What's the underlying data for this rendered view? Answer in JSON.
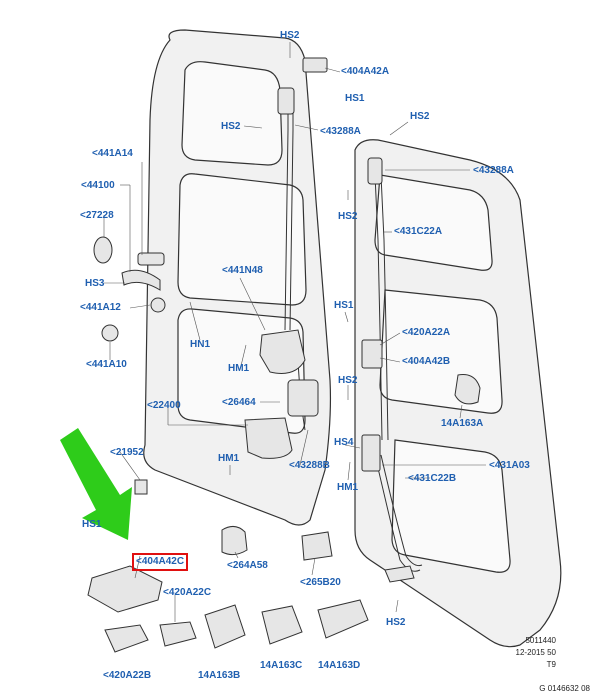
{
  "labels": {
    "hs2_top": "HS2",
    "p404a42a": "<404A42A",
    "hs1_top": "HS1",
    "hs2_left": "HS2",
    "p43288a_left": "<43288A",
    "hs2_right": "HS2",
    "p43288a_right": "<43288A",
    "p441a14": "<441A14",
    "p44100": "<44100",
    "p27228": "<27228",
    "hs2_mid": "HS2",
    "p431c22a": "<431C22A",
    "p441n48": "<441N48",
    "hs3": "HS3",
    "p441a12": "<441A12",
    "hs1_mid": "HS1",
    "p420a22a": "<420A22A",
    "hn1": "HN1",
    "p441a10": "<441A10",
    "hm1_a": "HM1",
    "p404a42b": "<404A42B",
    "hs2_lower": "HS2",
    "p22400": "<22400",
    "p26464": "<26464",
    "p14a163a": "14A163A",
    "hs4": "HS4",
    "p21952": "<21952",
    "hm1_b": "HM1",
    "p43288b": "<43288B",
    "p431a03": "<431A03",
    "p431c22b": "<431C22B",
    "hm1_c": "HM1",
    "hs1_low": "HS1",
    "p404a42c": "<404A42C",
    "p264a58": "<264A58",
    "p265b20": "<265B20",
    "p420a22c": "<420A22C",
    "hs2_bottom": "HS2",
    "p420a22b": "<420A22B",
    "p14a163b": "14A163B",
    "p14a163c": "14A163C",
    "p14a163d": "14A163D"
  },
  "codes": {
    "line1": "5011440",
    "line2": "12-2015 50",
    "line3": "T9",
    "line4": "G 0146632 08"
  },
  "colors": {
    "label": "#1f5fb0",
    "highlight": "#e01010",
    "arrow": "#2ecc1a",
    "line": "#1a1a1a",
    "door_fill": "#f1f1f1"
  }
}
